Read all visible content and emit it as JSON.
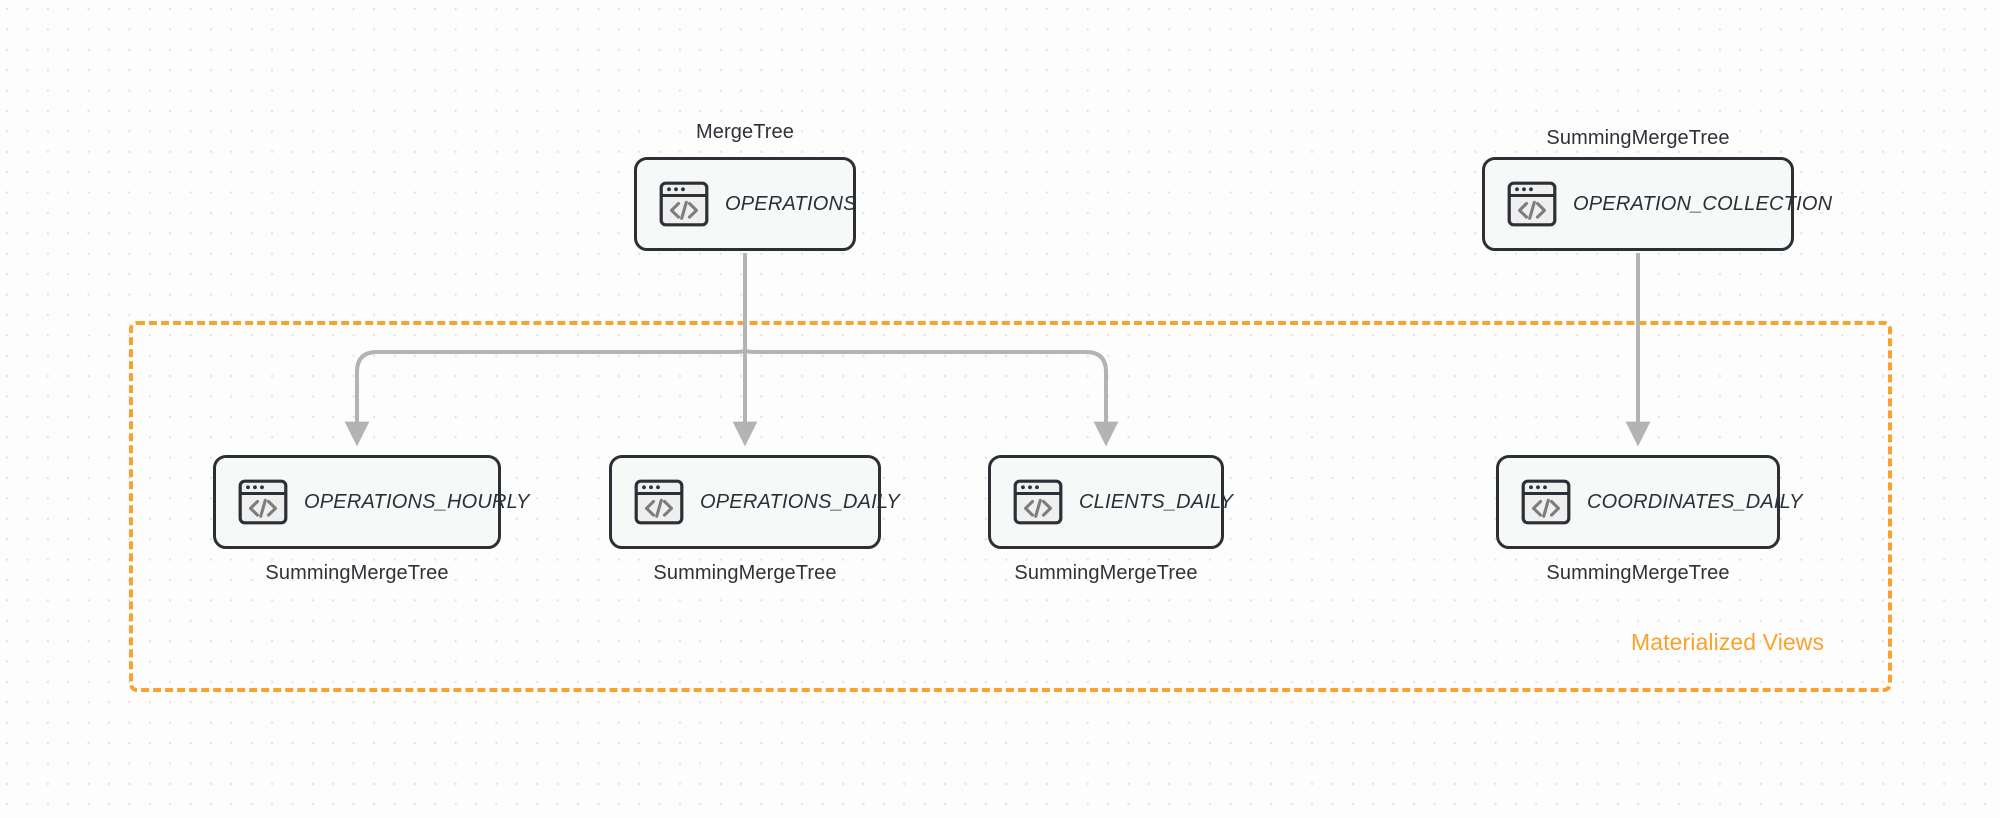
{
  "diagram": {
    "title": "ClickHouse table and materialized view lineage",
    "background": "#fdfdfd",
    "node_border_color": "#2b2f36",
    "node_fill_color": "#f7f8f8",
    "edge_color": "#b3b3b3",
    "accent_color": "#f9a22c"
  },
  "group": {
    "label": "Materialized Views",
    "border_style": "dashed",
    "border_color": "#f9a22c"
  },
  "icons": {
    "code_window": "code-window-icon"
  },
  "nodes": [
    {
      "id": "operations",
      "label": "OPERATIONS",
      "engine": "MergeTree",
      "engine_position": "above",
      "icon": "code-window-icon"
    },
    {
      "id": "operation_collection",
      "label": "OPERATION_COLLECTION",
      "engine": "SummingMergeTree",
      "engine_position": "above",
      "icon": "code-window-icon"
    },
    {
      "id": "operations_hourly",
      "label": "OPERATIONS_HOURLY",
      "engine": "SummingMergeTree",
      "engine_position": "below",
      "icon": "code-window-icon"
    },
    {
      "id": "operations_daily",
      "label": "OPERATIONS_DAILY",
      "engine": "SummingMergeTree",
      "engine_position": "below",
      "icon": "code-window-icon"
    },
    {
      "id": "clients_daily",
      "label": "CLIENTS_DAILY",
      "engine": "SummingMergeTree",
      "engine_position": "below",
      "icon": "code-window-icon"
    },
    {
      "id": "coordinates_daily",
      "label": "COORDINATES_DAILY",
      "engine": "SummingMergeTree",
      "engine_position": "below",
      "icon": "code-window-icon"
    }
  ],
  "edges": [
    {
      "from": "operations",
      "to": "operations_hourly",
      "arrow": true
    },
    {
      "from": "operations",
      "to": "operations_daily",
      "arrow": true
    },
    {
      "from": "operations",
      "to": "clients_daily",
      "arrow": true
    },
    {
      "from": "operation_collection",
      "to": "coordinates_daily",
      "arrow": true
    }
  ]
}
